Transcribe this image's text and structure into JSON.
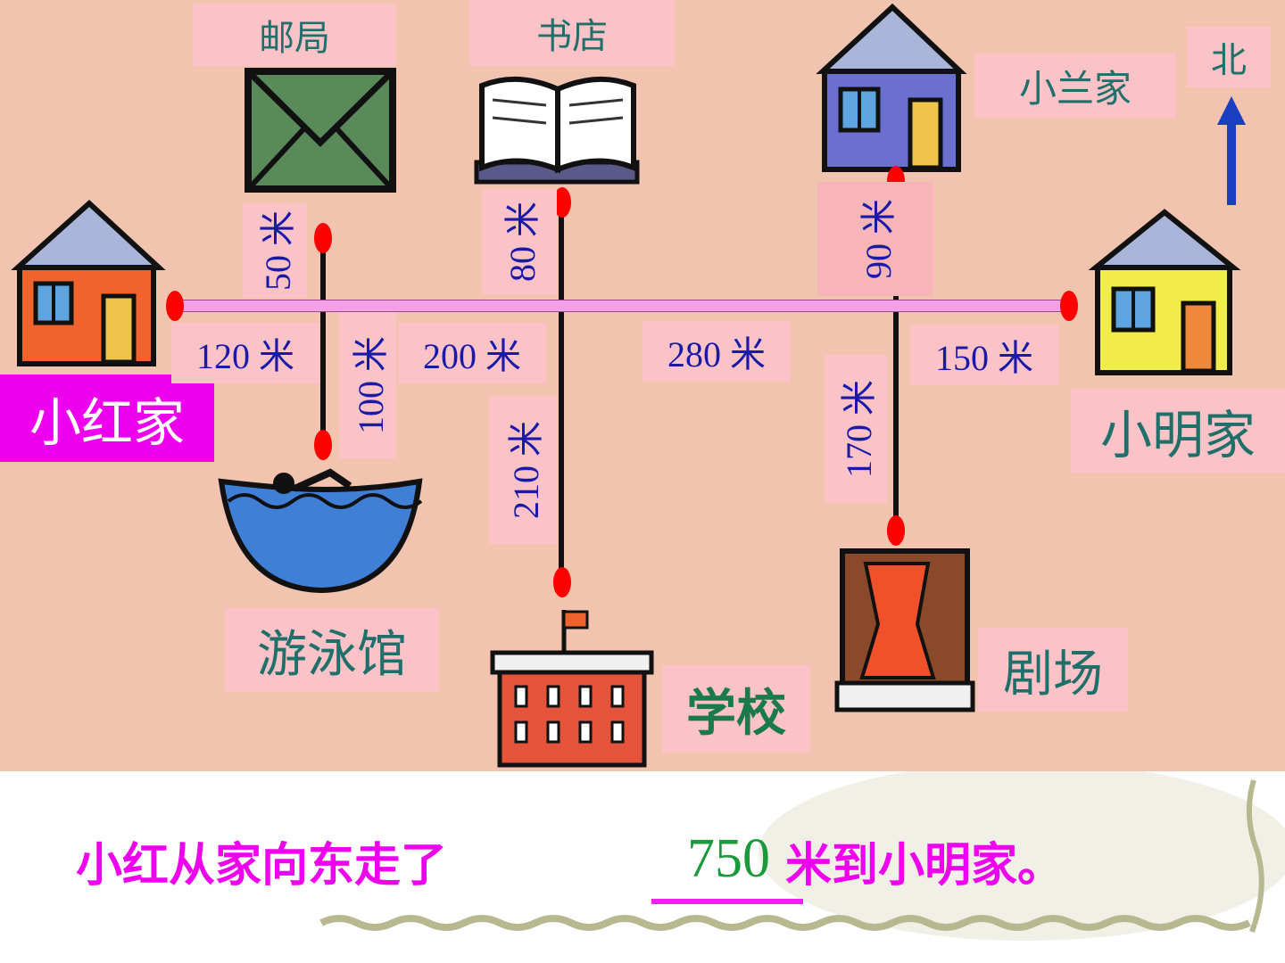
{
  "places": {
    "post_office": "邮局",
    "bookstore": "书店",
    "xiaolan_home": "小兰家",
    "xiaohong_home": "小红家",
    "xiaoming_home": "小明家",
    "pool": "游泳馆",
    "school": "学校",
    "theater": "剧场"
  },
  "north": "北",
  "distances": {
    "hong_to_post": "120 米",
    "post_to_book": "200 米",
    "book_to_lan": "280 米",
    "lan_to_ming": "150 米",
    "post_up": "50 米",
    "post_down": "100 米",
    "book_up": "80 米",
    "book_down": "210 米",
    "lan_up": "90 米",
    "lan_down": "170 米"
  },
  "question": {
    "prefix": "小红从家向东走了",
    "answer": "750",
    "suffix": "米到小明家。"
  },
  "colors": {
    "map_bg": "#f2c4b0",
    "label_bg": "#fbc3c8",
    "main_road": "#f4a0e6",
    "highlight": "#ee00ee",
    "answer": "#1a9a3a"
  }
}
